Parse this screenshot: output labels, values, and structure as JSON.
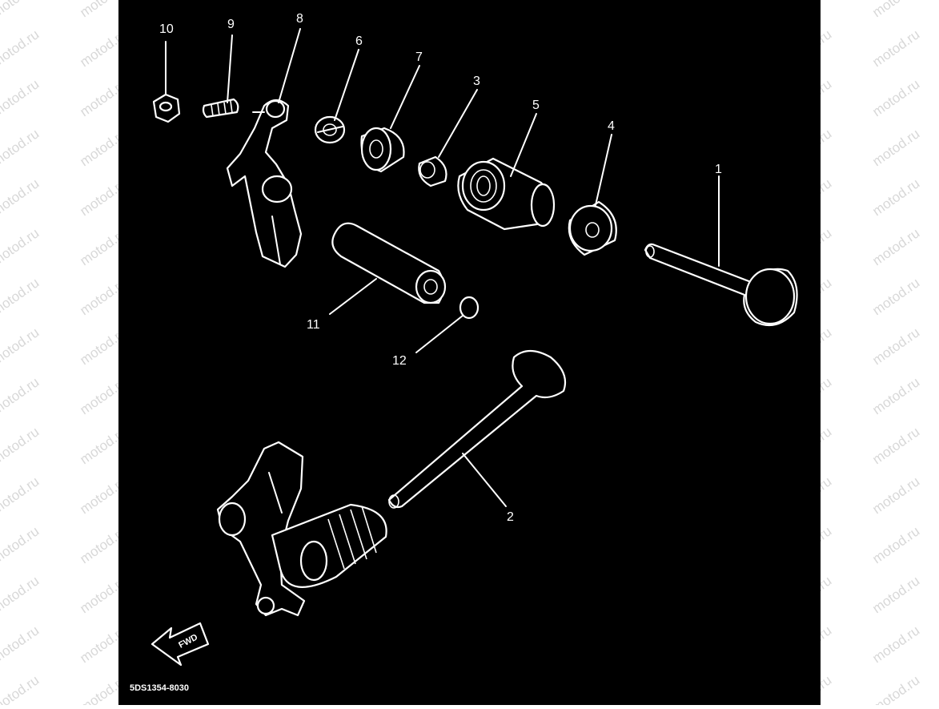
{
  "watermark": {
    "text": "motod.ru"
  },
  "diagram": {
    "part_labels": {
      "p1": "1",
      "p2": "2",
      "p3": "3",
      "p4": "4",
      "p5": "5",
      "p6": "6",
      "p7": "7",
      "p8": "8",
      "p9": "9",
      "p10": "10",
      "p11": "11",
      "p12": "12"
    },
    "fwd_label": "FWD",
    "drawing_code": "5DS1354-8030"
  },
  "colors": {
    "panel_background": "#000000",
    "line_art": "#ffffff",
    "watermark": "#d8d8d8"
  }
}
